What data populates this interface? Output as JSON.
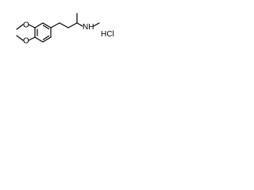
{
  "molecule": {
    "atom_labels": {
      "oxygen_top": "O",
      "oxygen_bottom": "O",
      "amine": "NH"
    },
    "salt": "HCl"
  },
  "colors": {
    "ink": "#000000",
    "background": "#ffffff"
  }
}
